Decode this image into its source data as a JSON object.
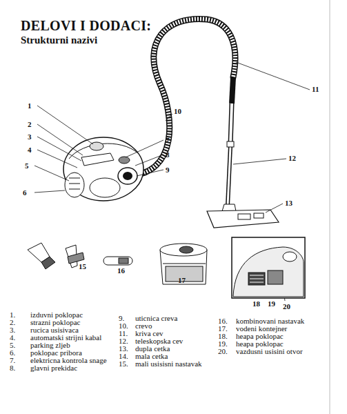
{
  "diagram": {
    "title": "DELOVI I DODACI:",
    "labels": [
      "Strukturni nazivi",
      "1",
      "2",
      "3",
      "4",
      "5",
      "6",
      "7",
      "8",
      "9",
      "10",
      "11",
      "12",
      "13",
      "15",
      "16",
      "17",
      "18",
      "19",
      "20",
      "1.",
      "izduvni poklopac",
      "2.",
      "strazni poklopac",
      "3.",
      "rucica usisivaca",
      "4.",
      "automatski strijni kabal",
      "5.",
      "parking zljeb",
      "6.",
      "poklopac pribora",
      "7.",
      "elektricna kontrola snage",
      "8.",
      "glavni prekidac",
      "9.",
      "uticnica creva",
      "10.",
      "crevo",
      "11.",
      "kriva cev",
      "12.",
      "teleskopska cev",
      "13.",
      "dupla cetka",
      "14.",
      "mala cetka",
      "15.",
      "mali usisisni nastavak",
      "16.",
      "kombinovani nastavak",
      "17.",
      "vodeni kontejner",
      "18.",
      "heapa poklopac",
      "19.",
      "heapa poklopac",
      "20.",
      "vazdusni usisini otvor"
    ]
  }
}
